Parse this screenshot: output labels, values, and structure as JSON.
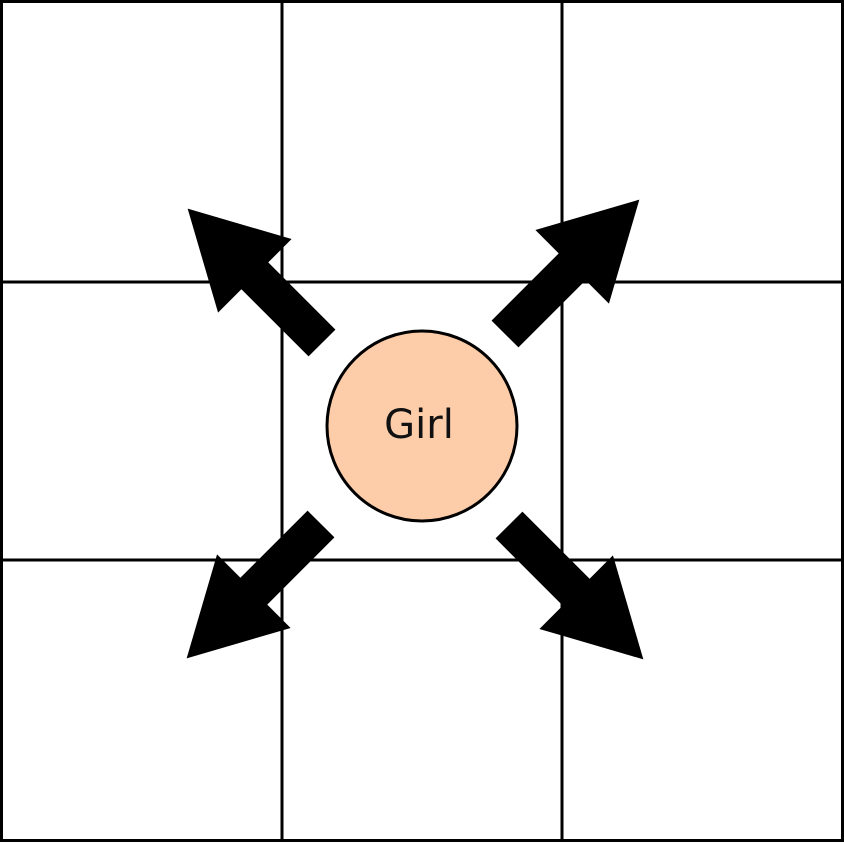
{
  "token": {
    "label": "Girl",
    "fill_color": "#FDCDAA"
  },
  "grid": {
    "rows": 3,
    "cols": 3,
    "line_color": "#000000"
  },
  "arrows": [
    {
      "direction": "up-left"
    },
    {
      "direction": "up-right"
    },
    {
      "direction": "down-left"
    },
    {
      "direction": "down-right"
    }
  ]
}
